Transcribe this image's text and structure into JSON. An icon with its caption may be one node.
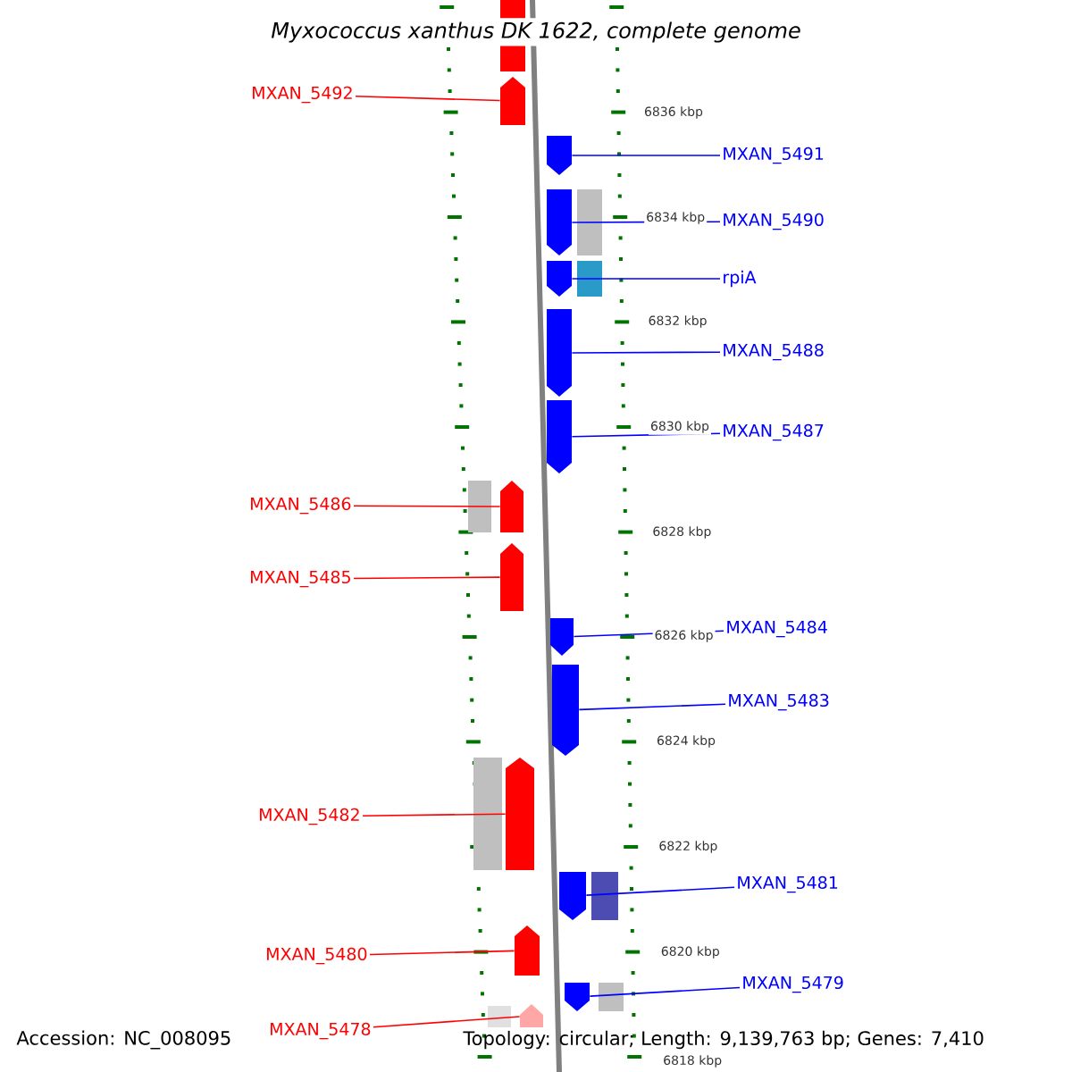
{
  "diagram": {
    "title": "*Myxococcus xanthus* *DK 1622*, complete genome",
    "nodes": [
      {
        "text": [
          "MXAN_5492"
        ]
      },
      {
        "text": [],
        "shape": "pentagon"
      },
      {
        "text": [
          "MXAN_5491"
        ]
      },
      {
        "text": [],
        "shape": "pentagon"
      },
      {
        "text": [
          "MXAN_5490"
        ]
      },
      {
        "text": [],
        "shape": "pentagon"
      },
      {
        "text": [
          "rpiA"
        ]
      },
      {
        "text": [],
        "shape": "pentagon"
      },
      {
        "text": [
          "MXAN_5488"
        ]
      },
      {
        "text": [],
        "shape": "pentagon"
      },
      {
        "text": [
          "MXAN_5487"
        ]
      },
      {
        "text": [],
        "shape": "pentagon"
      },
      {
        "text": [
          "MXAN_5486"
        ]
      },
      {
        "text": [],
        "shape": "pentagon"
      },
      {
        "text": [
          "MXAN_5485"
        ]
      },
      {
        "text": [],
        "shape": "pentagon"
      },
      {
        "text": [
          "MXAN_5484"
        ]
      },
      {
        "text": [],
        "shape": "pentagon"
      },
      {
        "text": [
          "MXAN_5483"
        ]
      },
      {
        "text": [],
        "shape": "pentagon"
      },
      {
        "text": [
          "MXAN_5482"
        ]
      },
      {
        "text": [],
        "shape": "pentagon"
      },
      {
        "text": [
          "MXAN_5481"
        ]
      },
      {
        "text": [],
        "shape": "pentagon"
      },
      {
        "text": [
          "MXAN_5480"
        ]
      },
      {
        "text": [],
        "shape": "pentagon"
      },
      {
        "text": [
          "MXAN_5479"
        ]
      },
      {
        "text": [],
        "shape": "pentagon"
      },
      {
        "text": [
          "MXAN_5478"
        ]
      },
      {
        "text": [],
        "shape": "pentagon"
      },
      {
        "text": [],
        "shape": "box"
      }
    ],
    "edges": [
      {
        "from": 0,
        "to": 1,
        "arrow": "none",
        "color": "#ff0000"
      },
      {
        "from": 2,
        "to": 3,
        "arrow": "none"
      },
      {
        "from": 4,
        "to": 5,
        "arrow": "none"
      },
      {
        "from": 6,
        "to": 7,
        "arrow": "none"
      },
      {
        "from": 8,
        "to": 9,
        "arrow": "none"
      },
      {
        "from": 10,
        "to": 11,
        "arrow": "none"
      },
      {
        "from": 12,
        "to": 13,
        "arrow": "none",
        "color": "#ff0000"
      },
      {
        "from": 14,
        "to": 15,
        "arrow": "none",
        "color": "#ff0000"
      },
      {
        "from": 16,
        "to": 17,
        "arrow": "none"
      },
      {
        "from": 18,
        "to": 19,
        "arrow": "none"
      },
      {
        "from": 20,
        "to": 21,
        "arrow": "none",
        "color": "#ff0000"
      },
      {
        "from": 22,
        "to": 23,
        "arrow": "none"
      },
      {
        "from": 24,
        "to": 25,
        "arrow": "none",
        "color": "#ff0000"
      },
      {
        "from": 26,
        "to": 27,
        "arrow": "none"
      },
      {
        "from": 28,
        "to": 29,
        "arrow": "none",
        "color": "#ff0000"
      }
    ],
    "labels": [
      "6836 kbp",
      "6834 kbp",
      "6832 kbp",
      "6830 kbp",
      "6828 kbp",
      "6826 kbp",
      "6824 kbp",
      "6822 kbp",
      "6820 kbp",
      "6818 kbp",
      "Accession: NC_008095",
      "Topology: circular; Length: 9,139,763 bp; Genes: 7,410"
    ]
  }
}
